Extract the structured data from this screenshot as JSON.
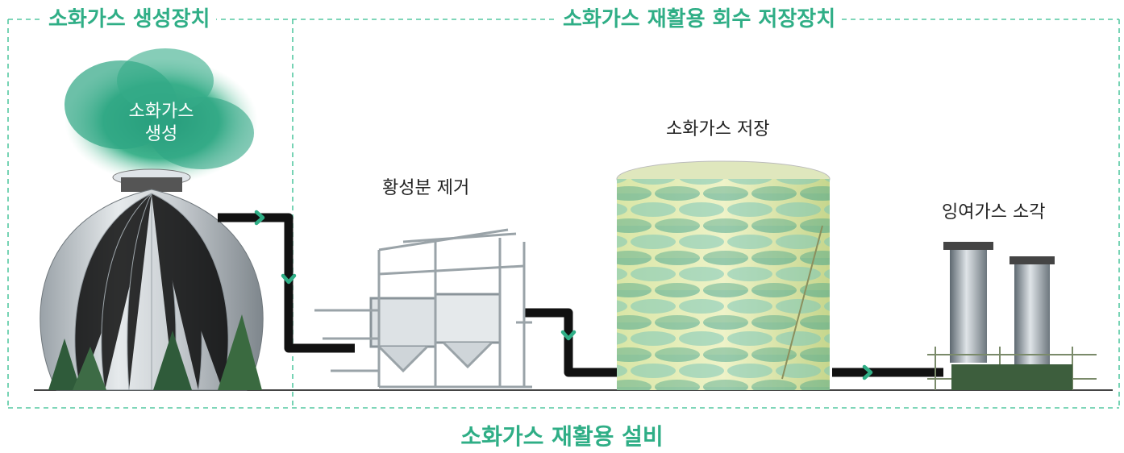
{
  "sections": {
    "generation": "소화가스 생성장치",
    "recovery": "소화가스 재활용 회수 저장장치"
  },
  "stages": {
    "cloud_line1": "소화가스",
    "cloud_line2": "생성",
    "desulfurization": "황성분 제거",
    "storage": "소화가스 저장",
    "incineration": "잉여가스 소각"
  },
  "footer_title": "소화가스 재활용 설비",
  "colors": {
    "accent": "#2fae86",
    "dashed": "#55c8a2",
    "pipe": "#111111"
  }
}
